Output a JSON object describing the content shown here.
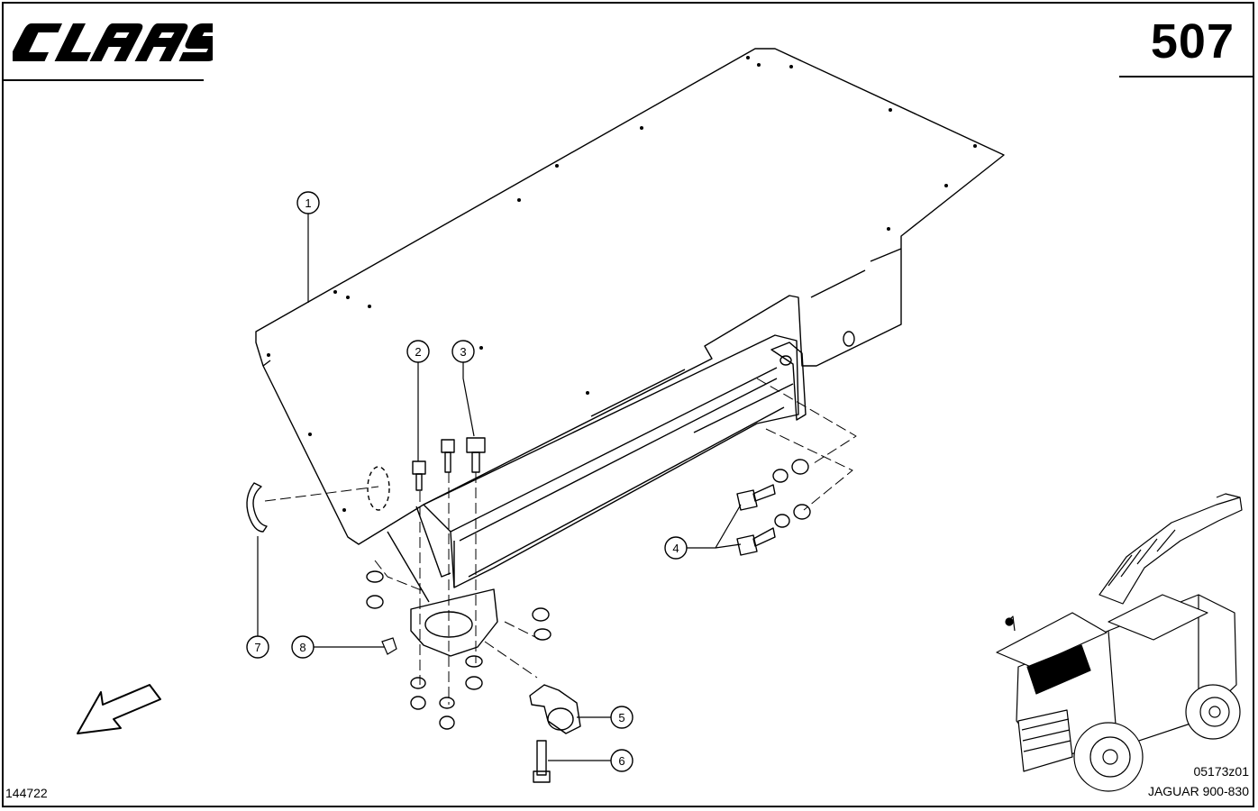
{
  "header": {
    "brand": "CLAAS",
    "page_number": "507"
  },
  "callouts": [
    {
      "id": "1",
      "label": "1"
    },
    {
      "id": "2",
      "label": "2"
    },
    {
      "id": "3",
      "label": "3"
    },
    {
      "id": "4",
      "label": "4"
    },
    {
      "id": "5",
      "label": "5"
    },
    {
      "id": "6",
      "label": "6"
    },
    {
      "id": "7",
      "label": "7"
    },
    {
      "id": "8",
      "label": "8"
    }
  ],
  "footer": {
    "drawing_number": "144722",
    "figure_code": "05173z01",
    "model": "JAGUAR 900-830"
  },
  "icons": [
    "claas-logo",
    "direction-arrow-icon",
    "harvester-thumbnail"
  ]
}
